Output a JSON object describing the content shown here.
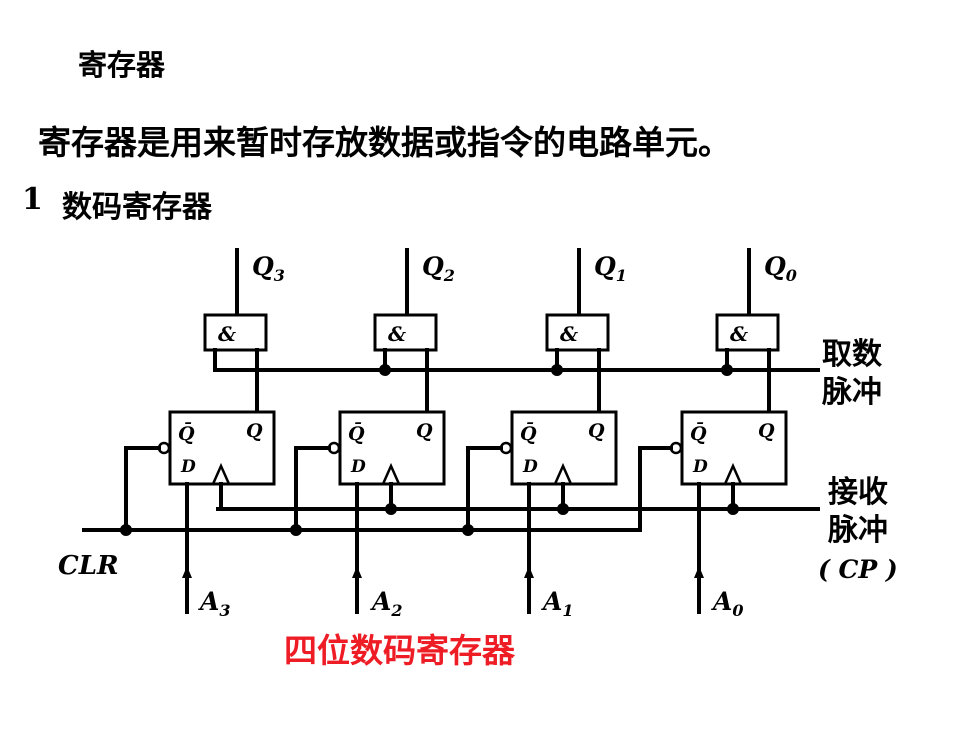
{
  "slide": {
    "title": "寄存器",
    "subtitle": "寄存器是用来暂时存放数据或指令的电路单元。",
    "section_number": "1",
    "section_title": "数码寄存器",
    "caption": "四位数码寄存器",
    "caption_color": "#ee1c25"
  },
  "circuit": {
    "gate_symbol": "&",
    "ff_q_bar_label": "Q̄",
    "ff_q_label": "Q",
    "ff_d_label": "D",
    "outputs": [
      {
        "label": "Q",
        "sub": "3"
      },
      {
        "label": "Q",
        "sub": "2"
      },
      {
        "label": "Q",
        "sub": "1"
      },
      {
        "label": "Q",
        "sub": "0"
      }
    ],
    "inputs": [
      {
        "label": "A",
        "sub": "3"
      },
      {
        "label": "A",
        "sub": "2"
      },
      {
        "label": "A",
        "sub": "1"
      },
      {
        "label": "A",
        "sub": "0"
      }
    ],
    "clr_label": "CLR",
    "fetch_label_line1": "取数",
    "fetch_label_line2": "脉冲",
    "receive_label_line1": "接收",
    "receive_label_line2": "脉冲",
    "receive_label_line3": "( CP )"
  }
}
